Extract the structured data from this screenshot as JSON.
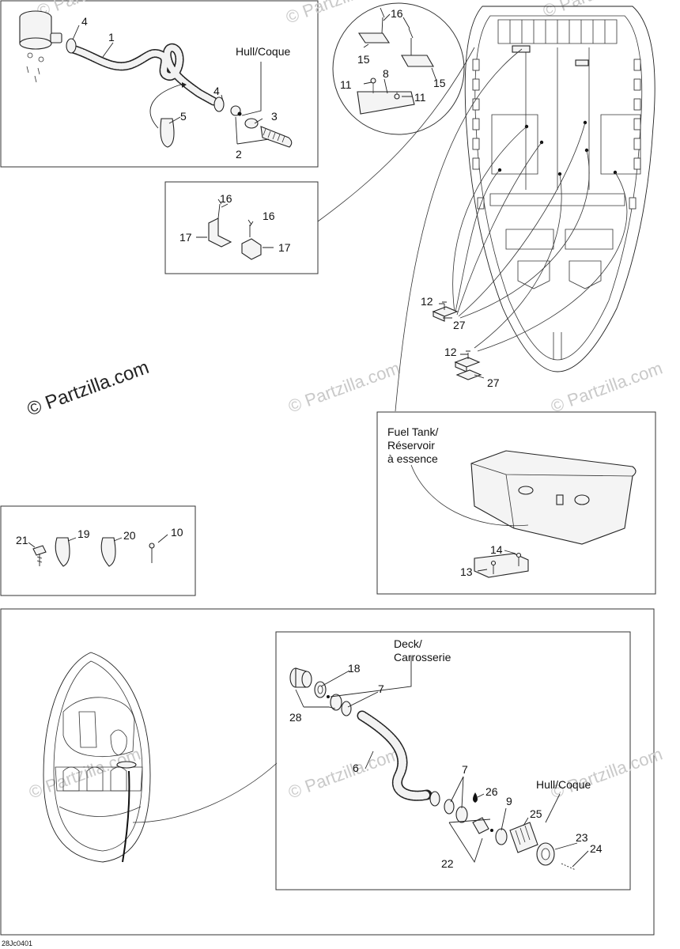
{
  "diagram_code": "28Jc0401",
  "watermark": {
    "main": "© Partzilla.com",
    "faint": "© Partzilla.com"
  },
  "text_labels": {
    "hull_coque_top": "Hull/Coque",
    "fuel_tank_line1": "Fuel Tank/",
    "fuel_tank_line2": "Réservoir",
    "fuel_tank_line3": "à essence",
    "deck_line1": "Deck/",
    "deck_line2": "Carrosserie",
    "hull_coque_bottom": "Hull/Coque"
  },
  "callouts": {
    "c1": "1",
    "c2": "2",
    "c3": "3",
    "c4a": "4",
    "c4b": "4",
    "c5": "5",
    "c6": "6",
    "c7a": "7",
    "c7b": "7",
    "c8": "8",
    "c9": "9",
    "c10": "10",
    "c11a": "11",
    "c11b": "11",
    "c12a": "12",
    "c12b": "12",
    "c13": "13",
    "c14": "14",
    "c15a": "15",
    "c15b": "15",
    "c16a": "16",
    "c16b": "16",
    "c16c": "16",
    "c17a": "17",
    "c17b": "17",
    "c18": "18",
    "c19": "19",
    "c20": "20",
    "c21": "21",
    "c22": "22",
    "c23": "23",
    "c24": "24",
    "c25": "25",
    "c26": "26",
    "c27a": "27",
    "c27b": "27",
    "c28": "28"
  }
}
